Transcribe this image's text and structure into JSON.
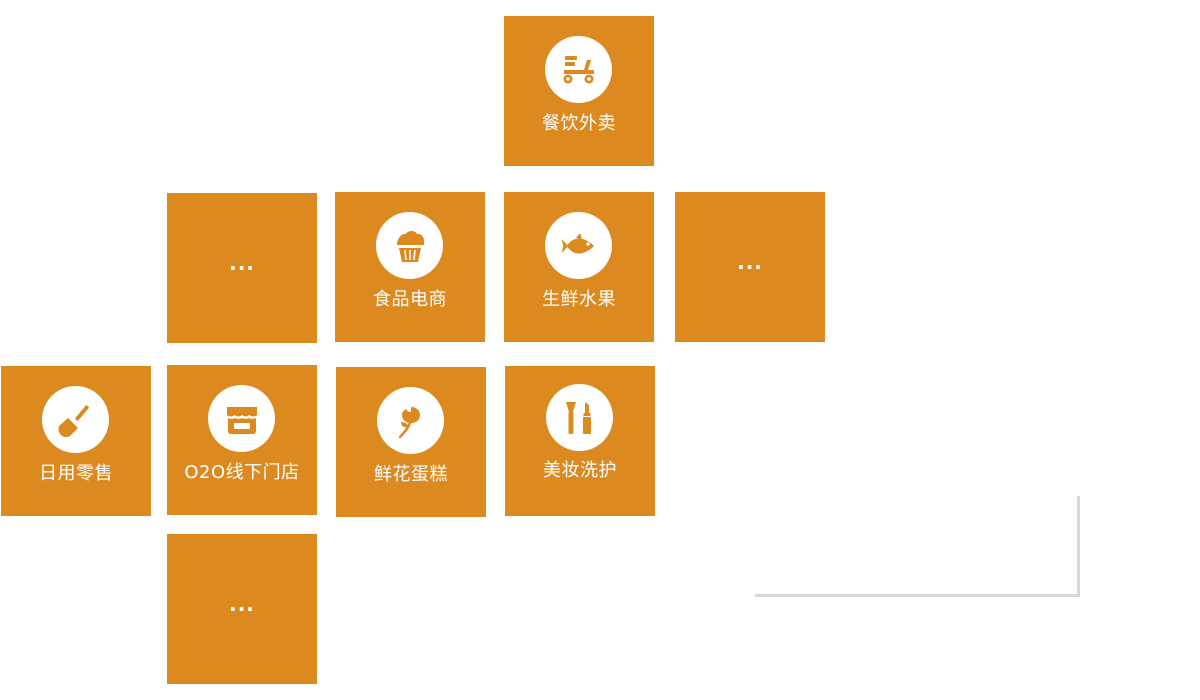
{
  "colors": {
    "tile_bg": "#dc8a20",
    "icon_bg": "#ffffff",
    "text": "#ffffff",
    "bracket": "#d6d6d6"
  },
  "tiles": {
    "food_delivery": {
      "label": "餐饮外卖",
      "icon": "scooter-icon"
    },
    "more_top_left": {
      "label": "..."
    },
    "food_ecommerce": {
      "label": "食品电商",
      "icon": "cupcake-icon"
    },
    "fresh_fruit": {
      "label": "生鲜水果",
      "icon": "fish-icon"
    },
    "more_top_right": {
      "label": "..."
    },
    "daily_retail": {
      "label": "日用零售",
      "icon": "broom-icon"
    },
    "o2o_store": {
      "label": "O2O线下门店",
      "icon": "storefront-icon"
    },
    "flower_cake": {
      "label": "鲜花蛋糕",
      "icon": "rose-icon"
    },
    "beauty_care": {
      "label": "美妆洗护",
      "icon": "lipstick-icon"
    },
    "more_bottom": {
      "label": "..."
    }
  }
}
